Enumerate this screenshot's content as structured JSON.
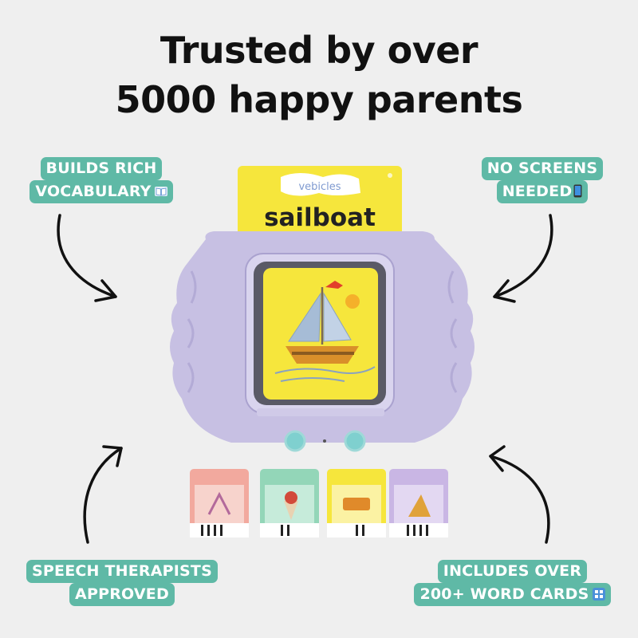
{
  "headline": {
    "line1": "Trusted by over",
    "line2": "5000 happy parents"
  },
  "badges": {
    "vocabulary": {
      "line1": "BUILDS RICH",
      "line2": "VOCABULARY",
      "icon": "open-book-icon"
    },
    "screens": {
      "line1": "NO SCREENS",
      "line2": "NEEDED",
      "icon": "mobile-phone-icon"
    },
    "therapists": {
      "line1": "SPEECH THERAPISTS",
      "line2": "APPROVED"
    },
    "cards": {
      "line1": "INCLUDES OVER",
      "line2": "200+ WORD CARDS",
      "icon": "abcd-letters-icon"
    }
  },
  "device": {
    "card_category": "vebicles",
    "card_word": "sailboat"
  },
  "colors": {
    "badge": "#5fb9a6",
    "device_body": "#c7c0e3",
    "card_yellow": "#f6e63c",
    "background": "#efefef"
  }
}
